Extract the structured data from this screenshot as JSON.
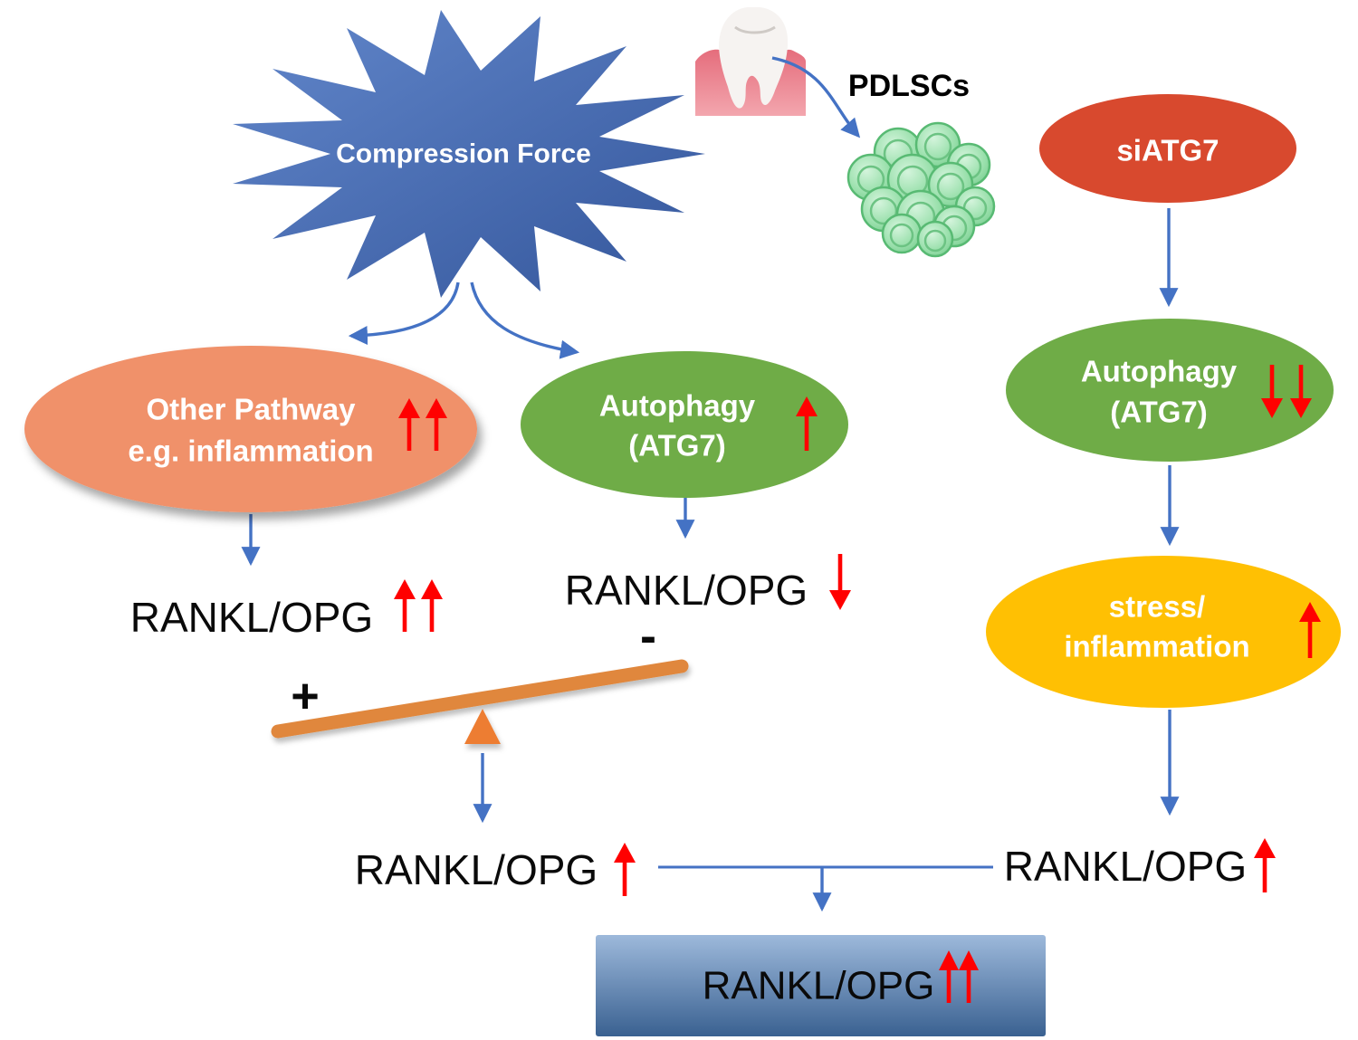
{
  "diagram": {
    "burst": {
      "label": "Compression Force"
    },
    "pdlscs": {
      "label": "PDLSCs"
    },
    "nodes": {
      "other_pathway": {
        "line1": "Other Pathway",
        "line2": "e.g. inflammation"
      },
      "autophagy_mid": {
        "line1": "Autophagy",
        "line2": "(ATG7)"
      },
      "siatg7": {
        "label": "siATG7"
      },
      "autophagy_right": {
        "line1": "Autophagy",
        "line2": "(ATG7)"
      },
      "stress_inflammation": {
        "line1": "stress/",
        "line2": "inflammation"
      }
    },
    "ratio_labels": {
      "left": "RANKL/OPG",
      "mid": "RANKL/OPG",
      "right": "RANKL/OPG",
      "bottom_left": "RANKL/OPG",
      "box": "RANKL/OPG"
    },
    "seesaw": {
      "plus": "+",
      "minus": "-"
    },
    "colors": {
      "ellipse_orange": "#F0916B",
      "ellipse_green": "#6FAC47",
      "ellipse_red": "#D8492E",
      "ellipse_yellow": "#FFC003",
      "arrow_blue": "#4472C4",
      "arrow_red": "#FF0000",
      "burst_blue": "#4A71B8",
      "box_blue": "#5E86B5",
      "seesaw_orange": "#E0873C",
      "fulcrum_orange": "#ED7D31",
      "gum_pink": "#EB8590",
      "tooth_white": "#F6F3F1",
      "cell_green": "#8FD9A2"
    }
  }
}
